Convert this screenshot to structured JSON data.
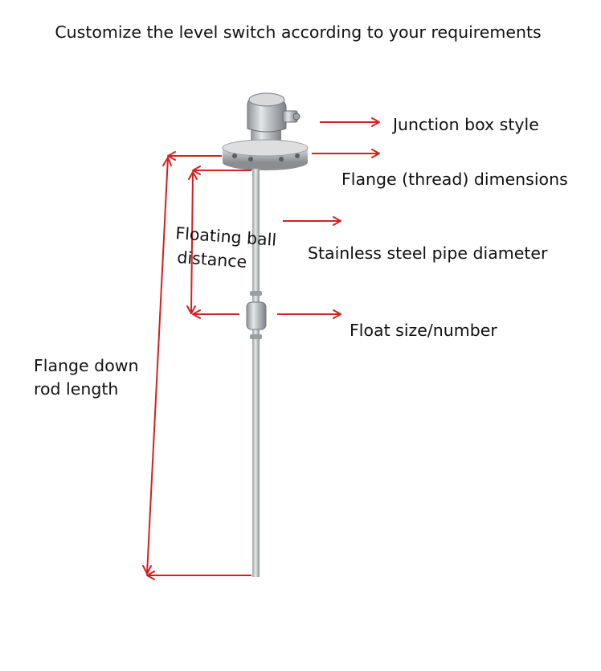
{
  "title": "Customize the level switch according to your requirements",
  "labels": {
    "junction_box": "Junction box style",
    "flange_dimensions": "Flange (thread) dimensions",
    "floating_ball_line1": "Floating ball",
    "floating_ball_line2": "distance",
    "pipe_diameter": "Stainless steel pipe diameter",
    "float_size": "Float size/number",
    "rod_length_line1": "Flange down",
    "rod_length_line2": "rod length"
  },
  "colors": {
    "arrow": "#d42020",
    "text": "#111111"
  }
}
